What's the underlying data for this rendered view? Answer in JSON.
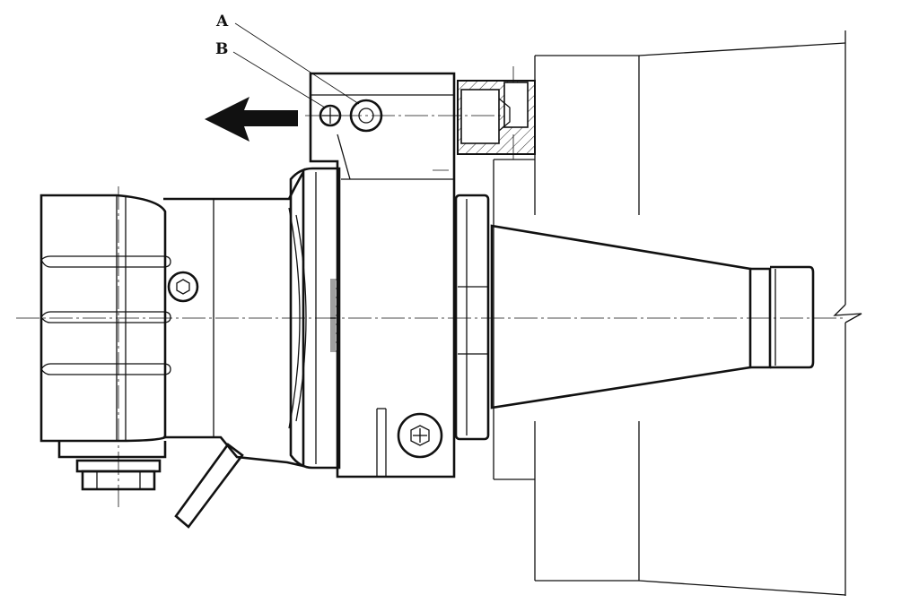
{
  "callouts": [
    {
      "id": "A",
      "text": "A"
    },
    {
      "id": "B",
      "text": "B"
    }
  ],
  "icons": {
    "arrow": "direction-arrow-left",
    "screw": "hex-socket-screw",
    "scale": "angle-scale-ticks"
  },
  "colors": {
    "ink": "#111111",
    "paper": "#ffffff"
  }
}
